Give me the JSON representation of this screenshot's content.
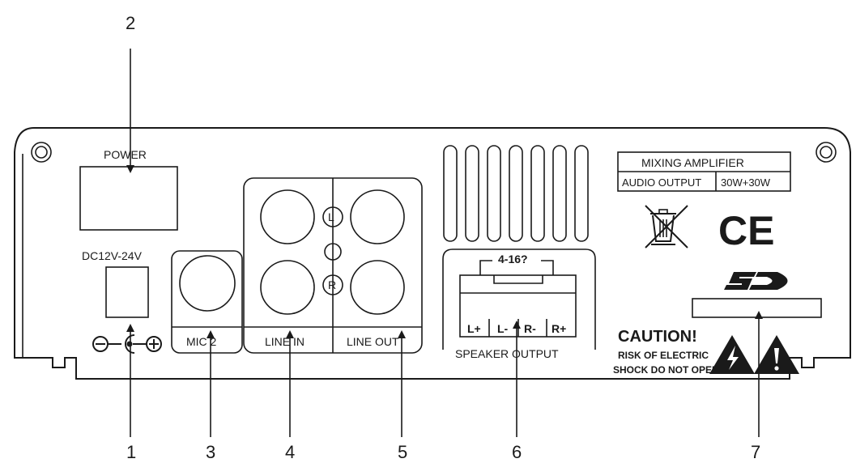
{
  "callouts": {
    "c1": "1",
    "c2": "2",
    "c3": "3",
    "c4": "4",
    "c5": "5",
    "c6": "6",
    "c7": "7"
  },
  "labels": {
    "power": "POWER",
    "dc": "DC12V-24V",
    "mic2": "MIC 2",
    "line_in": "LINE IN",
    "line_out": "LINE OUT",
    "left_channel": "L",
    "right_channel": "R",
    "impedance": "4-16?",
    "terminals": [
      "L+",
      "L-",
      "R-",
      "R+"
    ],
    "speaker_output": "SPEAKER OUTPUT",
    "mixing_amplifier": "MIXING AMPLIFIER",
    "audio_output": "AUDIO OUTPUT",
    "power_rating": "30W+30W",
    "ce_mark": "CE",
    "caution_title": "CAUTION!",
    "caution_line1": "RISK OF ELECTRIC",
    "caution_line2": "SHOCK DO NOT OPEN"
  },
  "colors": {
    "ink": "#1a1a1a",
    "background": "#ffffff"
  }
}
